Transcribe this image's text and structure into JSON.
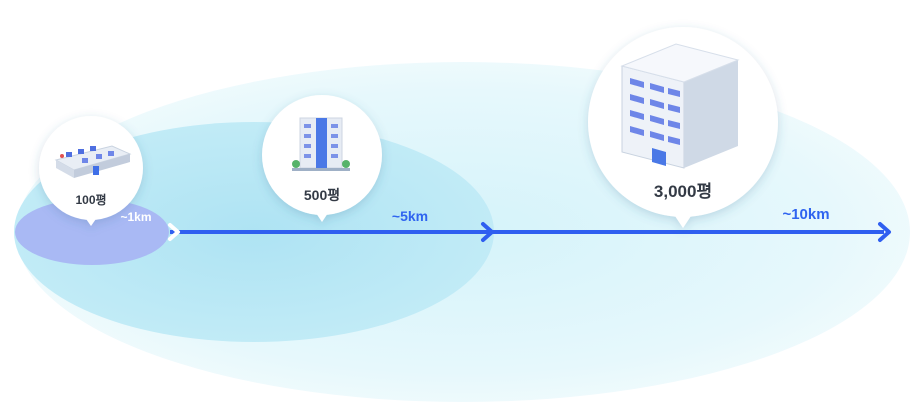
{
  "colors": {
    "outer_zone": "#e6f8fc",
    "middle_zone": "#b8e8f5",
    "inner_zone": "#a9b9f4",
    "arrow": "#2f5ff0",
    "bubble": "#ffffff",
    "caption_text": "#333a45",
    "distance_text": "#2f64f0"
  },
  "tiers": [
    {
      "area": "100평",
      "range": "~1km",
      "icon": "office-floor-icon"
    },
    {
      "area": "500평",
      "range": "~5km",
      "icon": "small-building-icon"
    },
    {
      "area": "3,000평",
      "range": "~10km",
      "icon": "large-building-icon"
    }
  ]
}
